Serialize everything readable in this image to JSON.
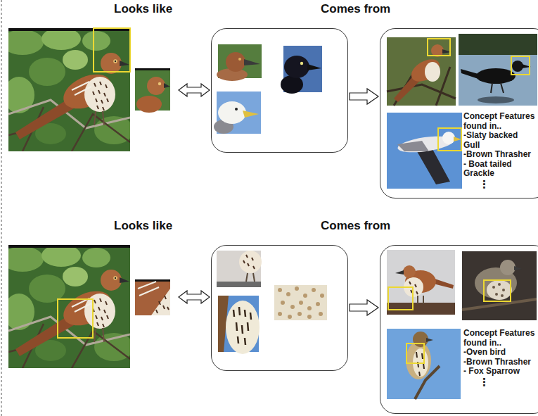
{
  "diagram": {
    "nodes": [
      {
        "text": [
          "Looks like"
        ]
      },
      {
        "text": []
      },
      {
        "text": [
          "Concept Features found in..",
          "-Slaty backed Gull",
          "-Brown Thrasher",
          "- Boat tailed Grackle",
          "⋮"
        ]
      },
      {
        "text": [
          "Looks like"
        ]
      },
      {
        "text": []
      },
      {
        "text": [
          "Concept Features found in..",
          "-Oven bird",
          "-Brown Thrasher",
          "- Fox Sparrow",
          "⋮"
        ]
      }
    ],
    "edges": [
      {
        "from": 0,
        "to": 1,
        "arrow": "both"
      },
      {
        "from": 1,
        "to": 2,
        "arrow": "to"
      },
      {
        "from": 3,
        "to": 4,
        "arrow": "both"
      },
      {
        "from": 4,
        "to": 5,
        "arrow": "to"
      }
    ],
    "labels": [
      "Comes from",
      "Comes from"
    ]
  }
}
